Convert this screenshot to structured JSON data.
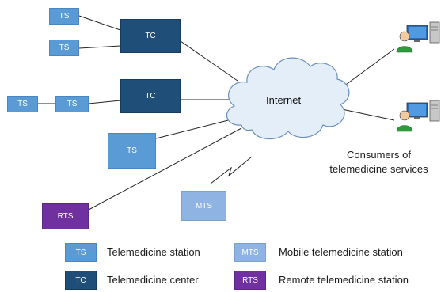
{
  "diagram": {
    "nodes": {
      "ts1": "TS",
      "ts2": "TS",
      "ts3": "TS",
      "ts4": "TS",
      "ts5": "TS",
      "tc1": "TC",
      "tc2": "TC",
      "mts": "MTS",
      "rts": "RTS"
    },
    "cloud_label": "Internet",
    "consumers_line1": "Consumers of",
    "consumers_line2": "telemedicine services"
  },
  "legend": {
    "items": [
      {
        "abbr": "TS",
        "label": "Telemedicine station",
        "color": "#5b9bd5"
      },
      {
        "abbr": "MTS",
        "label": "Mobile telemedicine station",
        "color": "#8fb4e3"
      },
      {
        "abbr": "TC",
        "label": "Telemedicine center",
        "color": "#1f4e79"
      },
      {
        "abbr": "RTS",
        "label": "Remote telemedicine station",
        "color": "#7030a0"
      }
    ]
  },
  "colors": {
    "ts": "#5b9bd5",
    "tc": "#1f4e79",
    "mts": "#8fb4e3",
    "rts": "#7030a0",
    "cloud_fill": "#e4eef9",
    "cloud_stroke": "#6b8fbf"
  },
  "icons": [
    "internet-cloud",
    "consumer-computer-icon",
    "wireless-link-icon"
  ]
}
